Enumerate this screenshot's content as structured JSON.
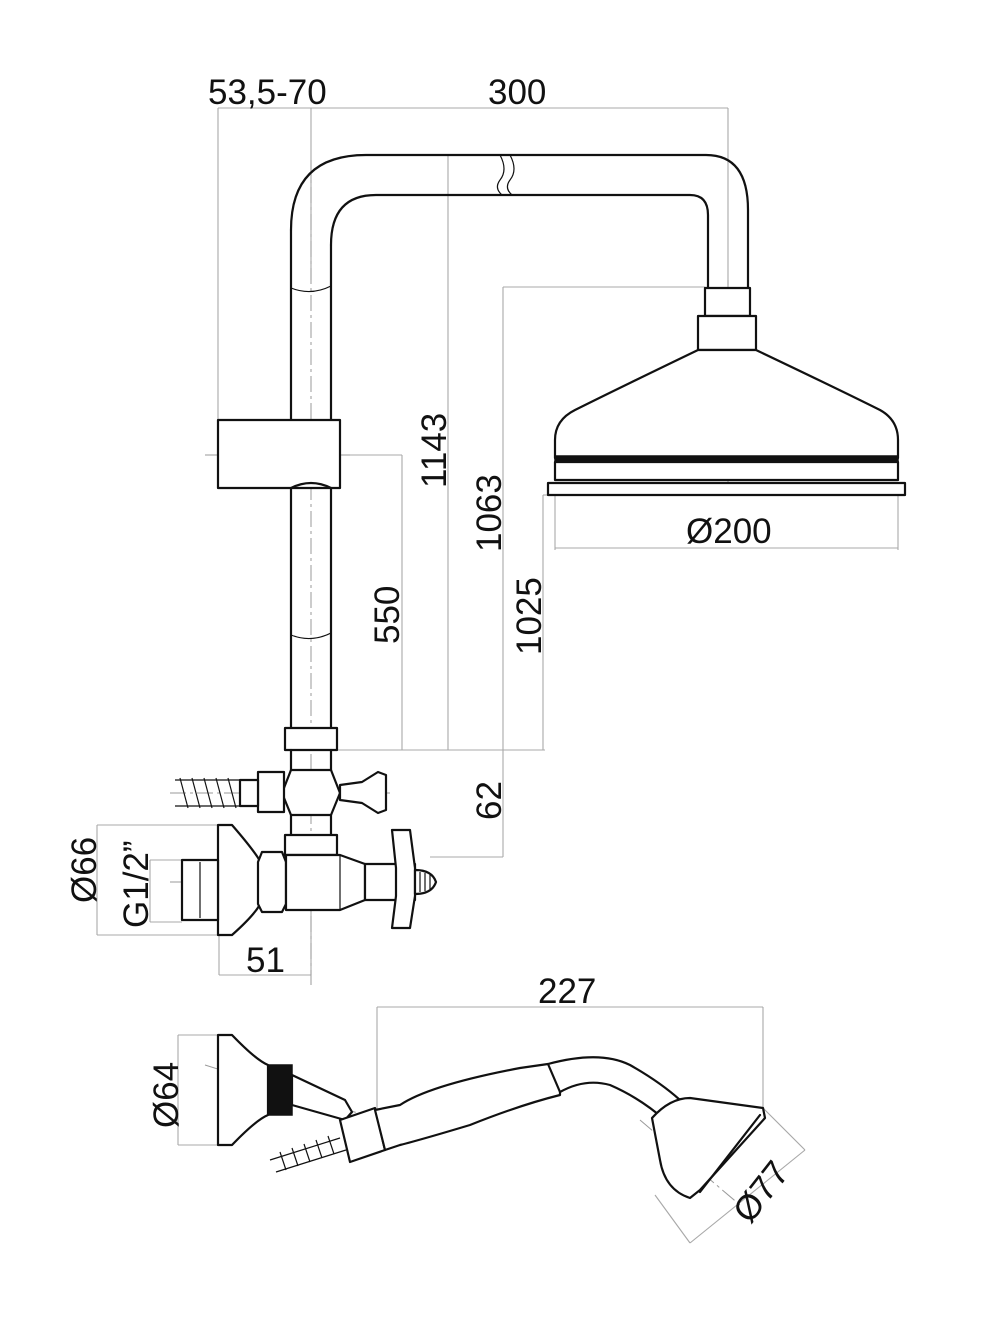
{
  "dimensions": {
    "slider_offset": "53,5-70",
    "arm_length": "300",
    "total_height": "1143",
    "head_height": "1063",
    "head_rim_height": "1025",
    "slider_height": "550",
    "valve_offset": "62",
    "head_diameter": "Ø200",
    "flange_diameter": "Ø66",
    "thread": "G1/2”",
    "wall_depth": "51",
    "handshower_length": "227",
    "holder_diameter": "Ø64",
    "handshower_diameter": "Ø77"
  }
}
